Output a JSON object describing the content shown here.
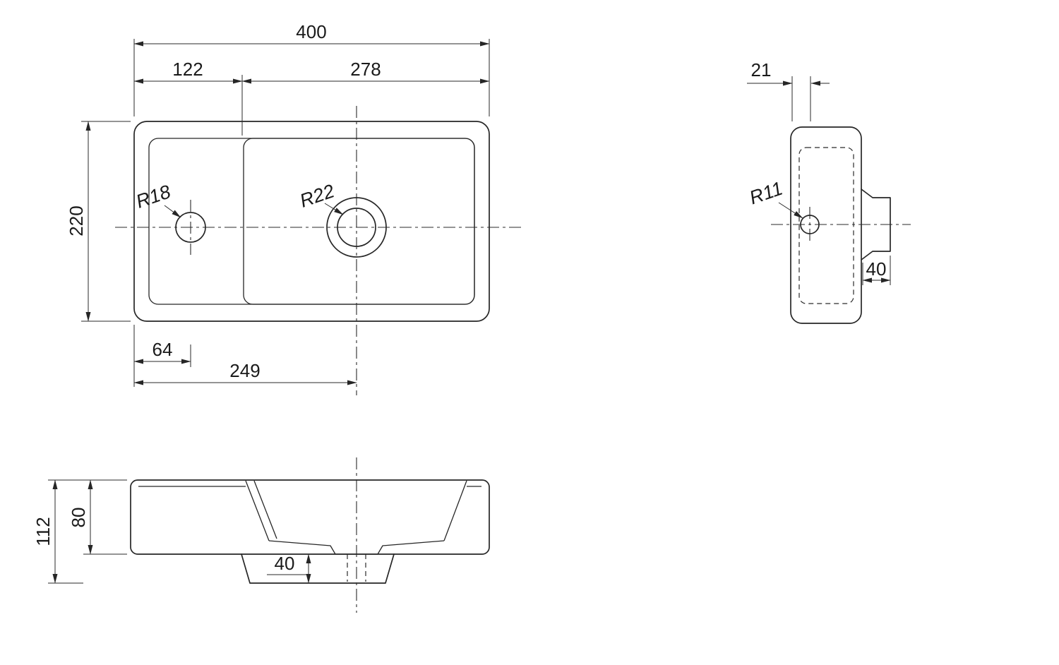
{
  "drawing": {
    "plan": {
      "dim_total_width": "400",
      "dim_left_width": "122",
      "dim_right_width": "278",
      "dim_height": "220",
      "dim_tap_offset": "64",
      "dim_drain_offset": "249",
      "label_tap_radius": "R18",
      "label_drain_radius": "R22"
    },
    "side": {
      "dim_wall_gap": "21",
      "label_hole_radius": "R11",
      "dim_ledge_width": "40"
    },
    "front": {
      "dim_total_height": "112",
      "dim_body_height": "80",
      "dim_drain_depth": "40"
    }
  }
}
